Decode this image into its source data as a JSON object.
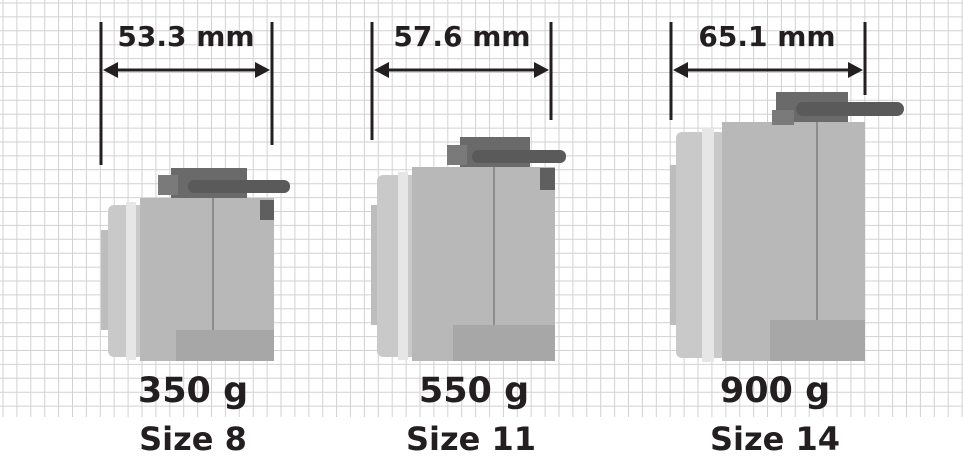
{
  "colors": {
    "grid_line": "#d2d2d2",
    "text": "#231f20",
    "housing": "#b9b9b9",
    "housing_dark": "#8e8e8e",
    "flange": "#cfcfcf",
    "connector": "#5a5a5a"
  },
  "products": [
    {
      "dimension": "53.3 mm",
      "weight": "350 g",
      "size": "Size 8"
    },
    {
      "dimension": "57.6 mm",
      "weight": "550 g",
      "size": "Size 11"
    },
    {
      "dimension": "65.1 mm",
      "weight": "900 g",
      "size": "Size 14"
    }
  ]
}
